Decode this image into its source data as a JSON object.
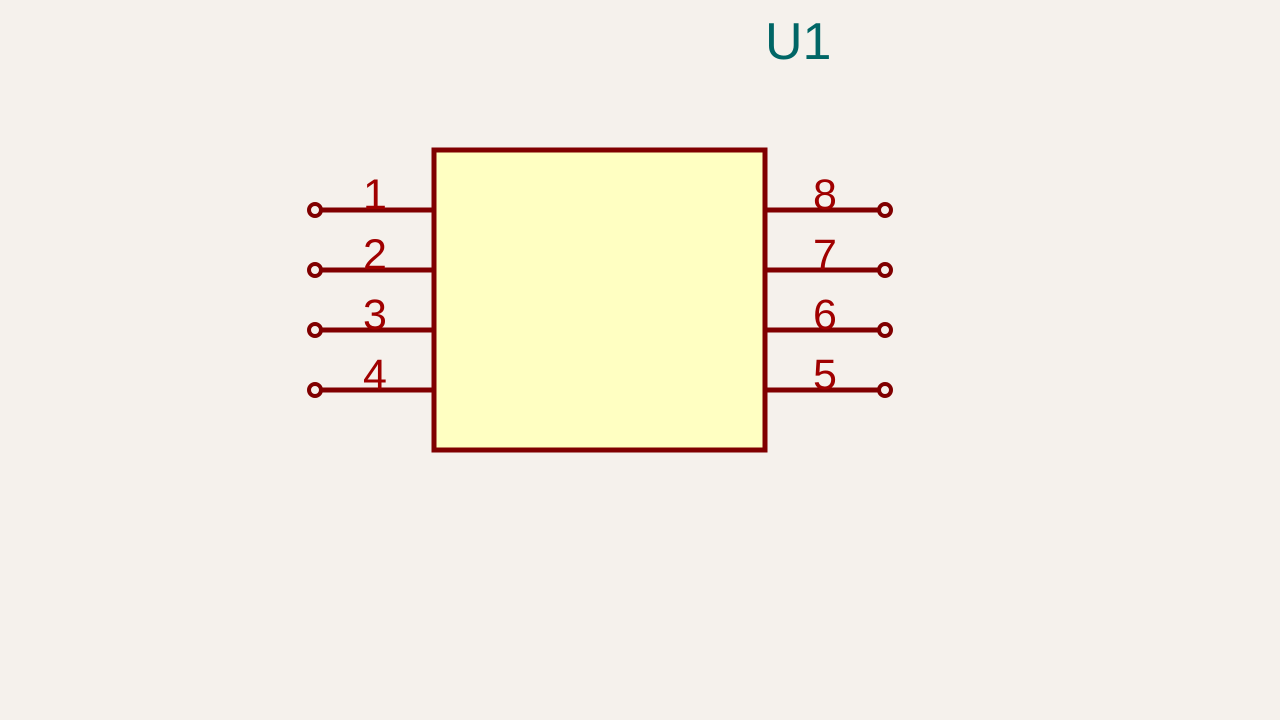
{
  "component": {
    "reference": "U1",
    "colors": {
      "background": "#f5f1ec",
      "body_fill": "#ffffc2",
      "outline": "#800000",
      "pin_number": "#a00000",
      "reference": "#006666"
    }
  },
  "pins": {
    "left": [
      "1",
      "2",
      "3",
      "4"
    ],
    "right": [
      "8",
      "7",
      "6",
      "5"
    ]
  }
}
